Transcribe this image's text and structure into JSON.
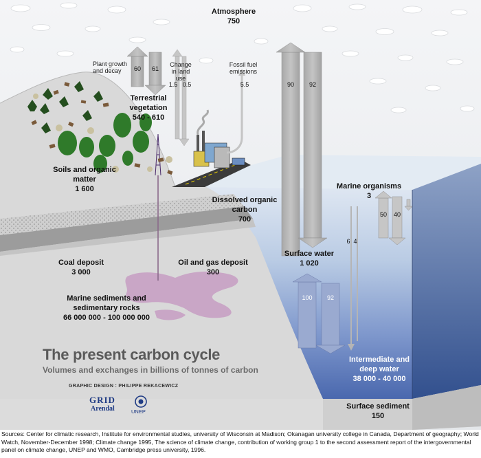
{
  "reservoirs": {
    "atmosphere": {
      "name": "Atmosphere",
      "value": "750"
    },
    "terrestrial": {
      "name": "Terrestrial vegetation",
      "value": "540 - 610"
    },
    "soils": {
      "name": "Soils and organic matter",
      "value": "1 600"
    },
    "marine_organisms": {
      "name": "Marine organisms",
      "value": "3"
    },
    "dissolved": {
      "name": "Dissolved organic carbon",
      "value": "700"
    },
    "surface_water": {
      "name": "Surface water",
      "value": "1 020"
    },
    "coal": {
      "name": "Coal deposit",
      "value": "3 000"
    },
    "oil_gas": {
      "name": "Oil and gas deposit",
      "value": "300"
    },
    "sediments": {
      "name": "Marine sediments and sedimentary rocks",
      "value": "66 000 000 - 100 000 000"
    },
    "deep_water": {
      "name": "Intermediate and deep water",
      "value": "38 000 - 40 000"
    },
    "surface_sediment": {
      "name": "Surface sediment",
      "value": "150"
    }
  },
  "flows": {
    "plant_growth": {
      "label": "Plant growth and decay",
      "up": "60",
      "down": "61"
    },
    "land_use": {
      "label": "Change in land use",
      "a": "1.5",
      "b": "0.5"
    },
    "fossil_fuel": {
      "label": "Fossil fuel emissions",
      "a": "5.5"
    },
    "ocean_atmosphere": {
      "up": "90",
      "down": "92"
    },
    "marine": {
      "a": "50",
      "b": "40"
    },
    "deep_exchange": {
      "up": "100",
      "down": "92"
    },
    "vertical": {
      "a": "6",
      "b": "4"
    }
  },
  "title": "The present carbon cycle",
  "subtitle": "Volumes and exchanges in billions of tonnes of carbon",
  "credit": "GRAPHIC DESIGN : PHILIPPE REKACEWICZ",
  "logos": {
    "grid": "GRID",
    "arendal": "Arendal",
    "unep": "UNEP"
  },
  "sources": "Sources: Center for climatic research, Institute for environmental studies, university of Wisconsin at Madison;  Okanagan university college in Canada, Department of geography; World Watch, November-December 1998; Climate change 1995, The science of climate change, contribution of working group 1 to the second assessment report of the intergovernmental panel on climate change, UNEP and WMO, Cambridge press university,  1996.",
  "colors": {
    "sky": "#eef1f4",
    "land": "#d9d9d9",
    "ocean_top": "#c8d7ea",
    "ocean_deep": "#4f6fb3",
    "sediment_pink": "#c9a6c6",
    "arrow": "#b5b5b5",
    "tree_green": "#2f7a2a"
  }
}
